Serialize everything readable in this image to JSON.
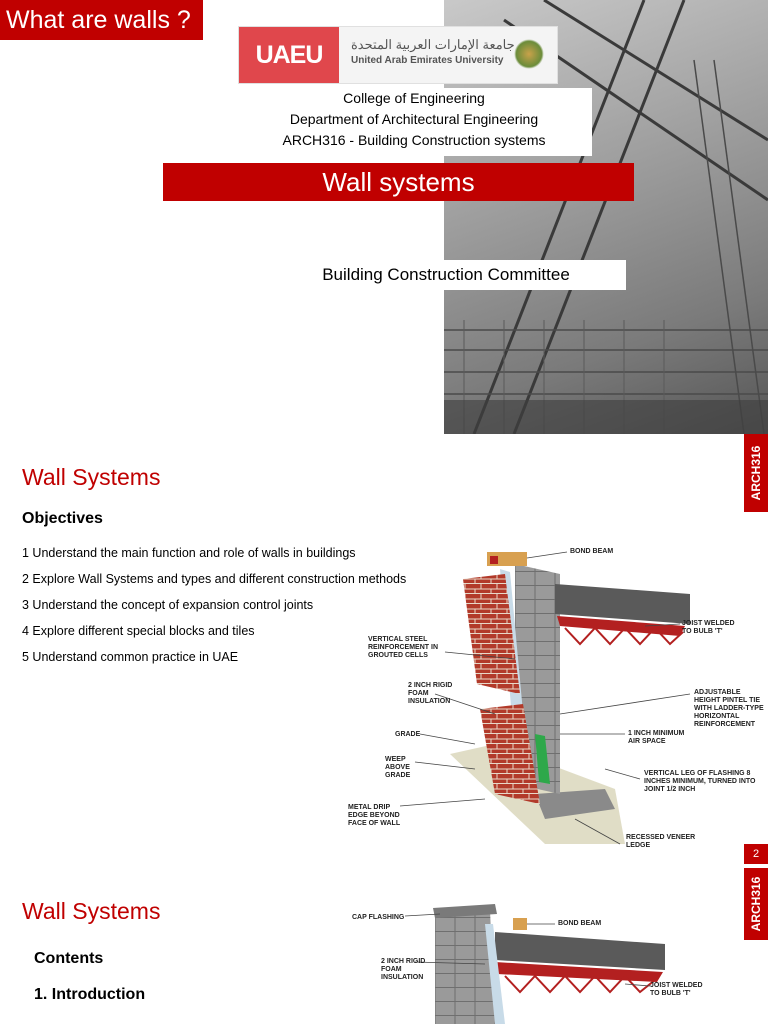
{
  "slide1": {
    "tag": "What are walls ?",
    "logo": {
      "wordmark": "UAEU",
      "arabic": "جامعة الإمارات العربية المتحدة",
      "english": "United Arab Emirates University"
    },
    "info_lines": [
      "College of Engineering",
      "Department of Architectural Engineering",
      "ARCH316 - Building Construction  systems"
    ],
    "title": "Wall systems",
    "committee": "Building Construction Committee"
  },
  "slide2": {
    "title": "Wall Systems",
    "subtitle": "Objectives",
    "objectives": [
      "1 Understand the main function and role of walls in buildings",
      "2 Explore Wall Systems and types and different construction methods",
      "3 Understand the concept of expansion control joints",
      "4 Explore different special blocks and tiles",
      "5 Understand common practice in UAE"
    ],
    "side_tab": "ARCH316",
    "page_number": "2",
    "callouts": {
      "bond_beam": "BOND BEAM",
      "joist": "JOIST WELDED TO BULB 'T'",
      "vertical_steel": "VERTICAL STEEL REINFORCEMENT IN GROUTED CELLS",
      "adjustable": "ADJUSTABLE HEIGHT PINTEL TIE WITH LADDER-TYPE HORIZONTAL REINFORCEMENT",
      "rigid_foam": "2 INCH RIGID FOAM INSULATION",
      "air_space": "1 INCH MINIMUM AIR SPACE",
      "grade": "GRADE",
      "weep": "WEEP ABOVE GRADE",
      "flashing": "VERTICAL LEG OF FLASHING 8 INCHES MINIMUM, TURNED INTO JOINT 1/2 INCH",
      "drip": "METAL DRIP EDGE BEYOND FACE OF WALL",
      "ledge": "RECESSED VENEER LEDGE"
    }
  },
  "slide3": {
    "title": "Wall Systems",
    "subtitle": "Contents",
    "item1": "1.  Introduction",
    "side_tab": "ARCH316",
    "callouts": {
      "cap": "CAP FLASHING",
      "bond_beam": "BOND BEAM",
      "rigid_foam": "2 INCH RIGID FOAM INSULATION",
      "joist": "JOIST WELDED TO BULB 'T'"
    }
  }
}
